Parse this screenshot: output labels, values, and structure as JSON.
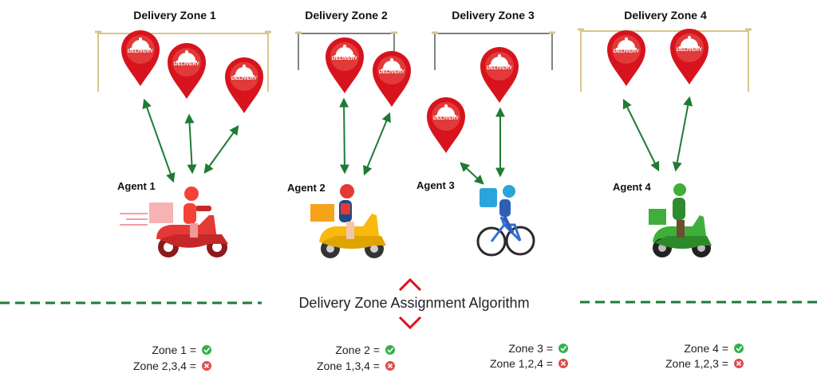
{
  "zones": [
    {
      "title": "Delivery Zone 1"
    },
    {
      "title": "Delivery Zone 2"
    },
    {
      "title": "Delivery Zone 3"
    },
    {
      "title": "Delivery Zone 4"
    }
  ],
  "pin_label": "DELIVERY",
  "agents": [
    {
      "label": "Agent 1",
      "icon": "scooter-icon",
      "color": "#e53935"
    },
    {
      "label": "Agent 2",
      "icon": "scooter-icon",
      "color": "#f9b90f"
    },
    {
      "label": "Agent 3",
      "icon": "bicycle-icon",
      "color": "#2aa5dc"
    },
    {
      "label": "Agent 4",
      "icon": "scooter-icon",
      "color": "#3fae3a"
    }
  ],
  "algorithm_title": "Delivery Zone Assignment Algorithm",
  "assignments": [
    {
      "assigned": "Zone 1 =",
      "excluded": "Zone 2,3,4 ="
    },
    {
      "assigned": "Zone 2 =",
      "excluded": "Zone 1,3,4 ="
    },
    {
      "assigned": "Zone 3 =",
      "excluded": "Zone 1,2,4 ="
    },
    {
      "assigned": "Zone 4 =",
      "excluded": "Zone 1,2,3 ="
    }
  ],
  "colors": {
    "pin": "#d7141d",
    "arrow": "#1e7b34",
    "dashes": "#1e7b34",
    "chevron": "#d7141d",
    "check": "#2fb34a",
    "cross": "#e24b4b",
    "frame": "#d8c48c"
  }
}
